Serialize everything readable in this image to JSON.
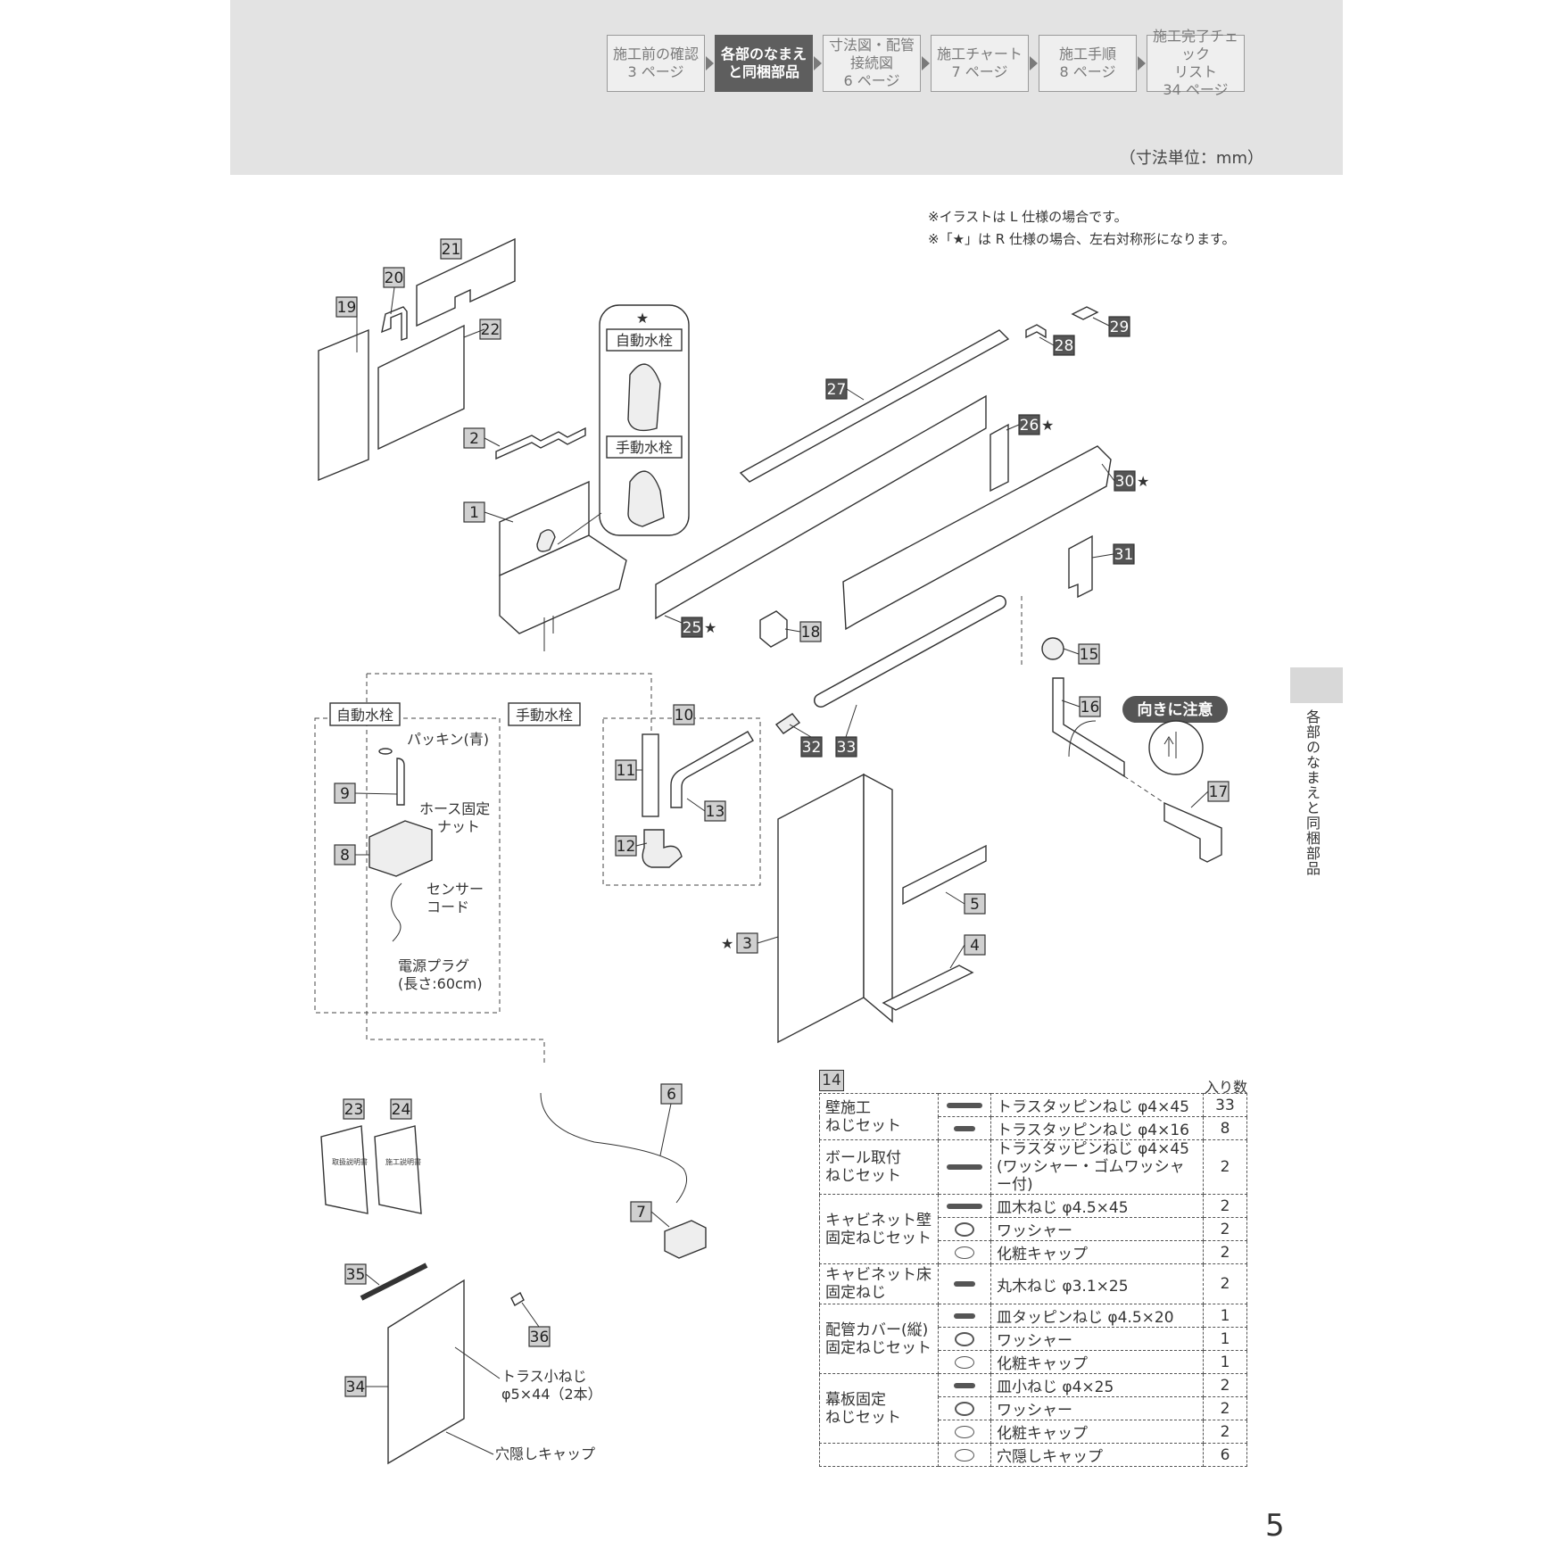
{
  "nav": [
    {
      "l1": "施工前の確認",
      "l2": "3 ページ",
      "l3": ""
    },
    {
      "l1": "各部のなまえ",
      "l2": "と同梱部品",
      "l3": ""
    },
    {
      "l1": "寸法図・配管",
      "l2": "接続図",
      "l3": "6 ページ"
    },
    {
      "l1": "施工チャート",
      "l2": "7 ページ",
      "l3": ""
    },
    {
      "l1": "施工手順",
      "l2": "8 ページ",
      "l3": ""
    },
    {
      "l1": "施工完了チェック",
      "l2": "リスト",
      "l3": "34 ページ"
    }
  ],
  "unit": "（寸法単位：mm）",
  "notes": [
    "※イラストは L 仕様の場合です。",
    "※「★」は R 仕様の場合、左右対称形になります。"
  ],
  "side_tab": "各部のなまえと同梱部品",
  "page_number": "5",
  "diagram": {
    "star": "★",
    "auto_faucet": "自動水栓",
    "manual_faucet": "手動水栓",
    "packing": "パッキン(青)",
    "hose_nut_1": "ホース固定",
    "hose_nut_2": "ナット",
    "sensor_1": "センサー",
    "sensor_2": "コード",
    "plug_1": "電源プラグ",
    "plug_2": "(長さ:60cm)",
    "caution": "向きに注意",
    "truss_1": "トラス小ねじ",
    "truss_2": "φ5×44（2本）",
    "hole_cap": "穴隠しキャップ",
    "manual_a": "取扱説明書",
    "manual_b": "施工説明書",
    "n1": "1",
    "n2": "2",
    "n3": "3",
    "n4": "4",
    "n5": "5",
    "n6": "6",
    "n7": "7",
    "n8": "8",
    "n9": "9",
    "n10": "10",
    "n11": "11",
    "n12": "12",
    "n13": "13",
    "n14": "14",
    "n15": "15",
    "n16": "16",
    "n17": "17",
    "n18": "18",
    "n19": "19",
    "n20": "20",
    "n21": "21",
    "n22": "22",
    "n23": "23",
    "n24": "24",
    "n25": "25",
    "n26": "26",
    "n27": "27",
    "n28": "28",
    "n29": "29",
    "n30": "30",
    "n31": "31",
    "n32": "32",
    "n33": "33",
    "n34": "34",
    "n35": "35",
    "n36": "36"
  },
  "table": {
    "number": "14",
    "qty_header": "入り数",
    "rows": [
      {
        "group": "壁施工\nねじセット",
        "icon": "screw-icon",
        "name": "トラスタッピンねじ φ4×45",
        "qty": "33"
      },
      {
        "group": "",
        "icon": "screw-icon",
        "name": "トラスタッピンねじ φ4×16",
        "qty": "8"
      },
      {
        "group": "ボール取付\nねじセット",
        "icon": "screw-icon",
        "name": "トラスタッピンねじ φ4×45\n(ワッシャー・ゴムワッシャー付)",
        "qty": "2"
      },
      {
        "group": "キャビネット壁\n固定ねじセット",
        "icon": "screw-icon",
        "name": "皿木ねじ φ4.5×45",
        "qty": "2"
      },
      {
        "group": "",
        "icon": "washer-icon",
        "name": "ワッシャー",
        "qty": "2"
      },
      {
        "group": "",
        "icon": "cap-icon",
        "name": "化粧キャップ",
        "qty": "2"
      },
      {
        "group": "キャビネット床\n固定ねじ",
        "icon": "screw-icon",
        "name": "丸木ねじ φ3.1×25",
        "qty": "2"
      },
      {
        "group": "配管カバー(縦)\n固定ねじセット",
        "icon": "screw-icon",
        "name": "皿タッピンねじ φ4.5×20",
        "qty": "1"
      },
      {
        "group": "",
        "icon": "washer-icon",
        "name": "ワッシャー",
        "qty": "1"
      },
      {
        "group": "",
        "icon": "cap-icon",
        "name": "化粧キャップ",
        "qty": "1"
      },
      {
        "group": "幕板固定\nねじセット",
        "icon": "screw-icon",
        "name": "皿小ねじ φ4×25",
        "qty": "2"
      },
      {
        "group": "",
        "icon": "washer-icon",
        "name": "ワッシャー",
        "qty": "2"
      },
      {
        "group": "",
        "icon": "cap-icon",
        "name": "化粧キャップ",
        "qty": "2"
      },
      {
        "group": "",
        "icon": "cap-icon",
        "name": "穴隠しキャップ",
        "qty": "6"
      }
    ]
  }
}
